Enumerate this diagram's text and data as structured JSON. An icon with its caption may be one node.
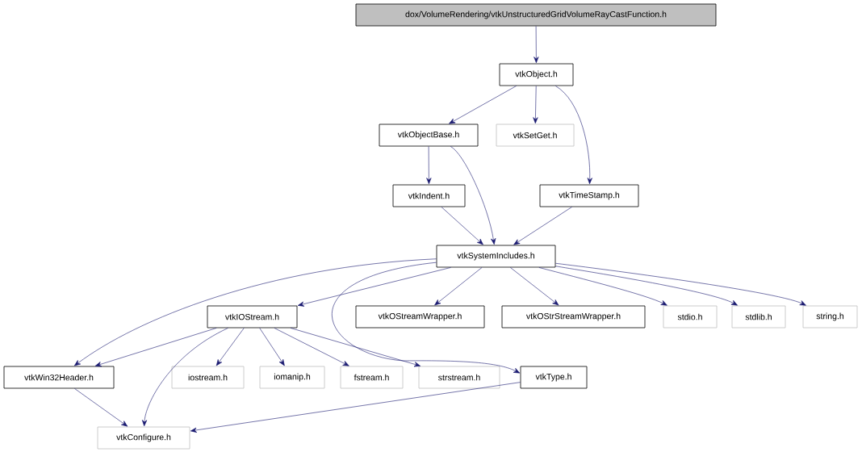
{
  "diagram": {
    "nodes": [
      {
        "text": [
          "dox/VolumeRendering/vtkUnstructuredGridVolumeRayCastFunction.h"
        ]
      },
      {
        "text": [
          "vtkObject.h"
        ]
      },
      {
        "text": [
          "vtkObjectBase.h"
        ]
      },
      {
        "text": [
          "vtkSetGet.h"
        ]
      },
      {
        "text": [
          "vtkIndent.h"
        ]
      },
      {
        "text": [
          "vtkTimeStamp.h"
        ]
      },
      {
        "text": [
          "vtkSystemIncludes.h"
        ]
      },
      {
        "text": [
          "vtkIOStream.h"
        ]
      },
      {
        "text": [
          "vtkOStreamWrapper.h"
        ]
      },
      {
        "text": [
          "vtkOStrStreamWrapper.h"
        ]
      },
      {
        "text": [
          "stdio.h"
        ]
      },
      {
        "text": [
          "stdlib.h"
        ]
      },
      {
        "text": [
          "string.h"
        ]
      },
      {
        "text": [
          "vtkWin32Header.h"
        ]
      },
      {
        "text": [
          "iostream.h"
        ]
      },
      {
        "text": [
          "iomanip.h"
        ]
      },
      {
        "text": [
          "fstream.h"
        ]
      },
      {
        "text": [
          "strstream.h"
        ]
      },
      {
        "text": [
          "vtkType.h"
        ]
      },
      {
        "text": [
          "vtkConfigure.h"
        ]
      }
    ],
    "edges": [
      {
        "from": 0,
        "to": 1,
        "arrow": "to"
      },
      {
        "from": 1,
        "to": 2,
        "arrow": "to"
      },
      {
        "from": 1,
        "to": 3,
        "arrow": "to"
      },
      {
        "from": 1,
        "to": 5,
        "arrow": "to"
      },
      {
        "from": 2,
        "to": 4,
        "arrow": "to"
      },
      {
        "from": 2,
        "to": 6,
        "arrow": "to"
      },
      {
        "from": 4,
        "to": 6,
        "arrow": "to"
      },
      {
        "from": 5,
        "to": 6,
        "arrow": "to"
      },
      {
        "from": 6,
        "to": 13,
        "arrow": "to"
      },
      {
        "from": 6,
        "to": 7,
        "arrow": "to"
      },
      {
        "from": 6,
        "to": 18,
        "arrow": "to"
      },
      {
        "from": 6,
        "to": 8,
        "arrow": "to"
      },
      {
        "from": 6,
        "to": 9,
        "arrow": "to"
      },
      {
        "from": 6,
        "to": 10,
        "arrow": "to"
      },
      {
        "from": 6,
        "to": 11,
        "arrow": "to"
      },
      {
        "from": 6,
        "to": 12,
        "arrow": "to"
      },
      {
        "from": 7,
        "to": 13,
        "arrow": "to"
      },
      {
        "from": 7,
        "to": 19,
        "arrow": "to"
      },
      {
        "from": 7,
        "to": 14,
        "arrow": "to"
      },
      {
        "from": 7,
        "to": 15,
        "arrow": "to"
      },
      {
        "from": 7,
        "to": 16,
        "arrow": "to"
      },
      {
        "from": 7,
        "to": 17,
        "arrow": "to"
      },
      {
        "from": 13,
        "to": 19,
        "arrow": "to"
      },
      {
        "from": 18,
        "to": 19,
        "arrow": "to"
      }
    ]
  }
}
